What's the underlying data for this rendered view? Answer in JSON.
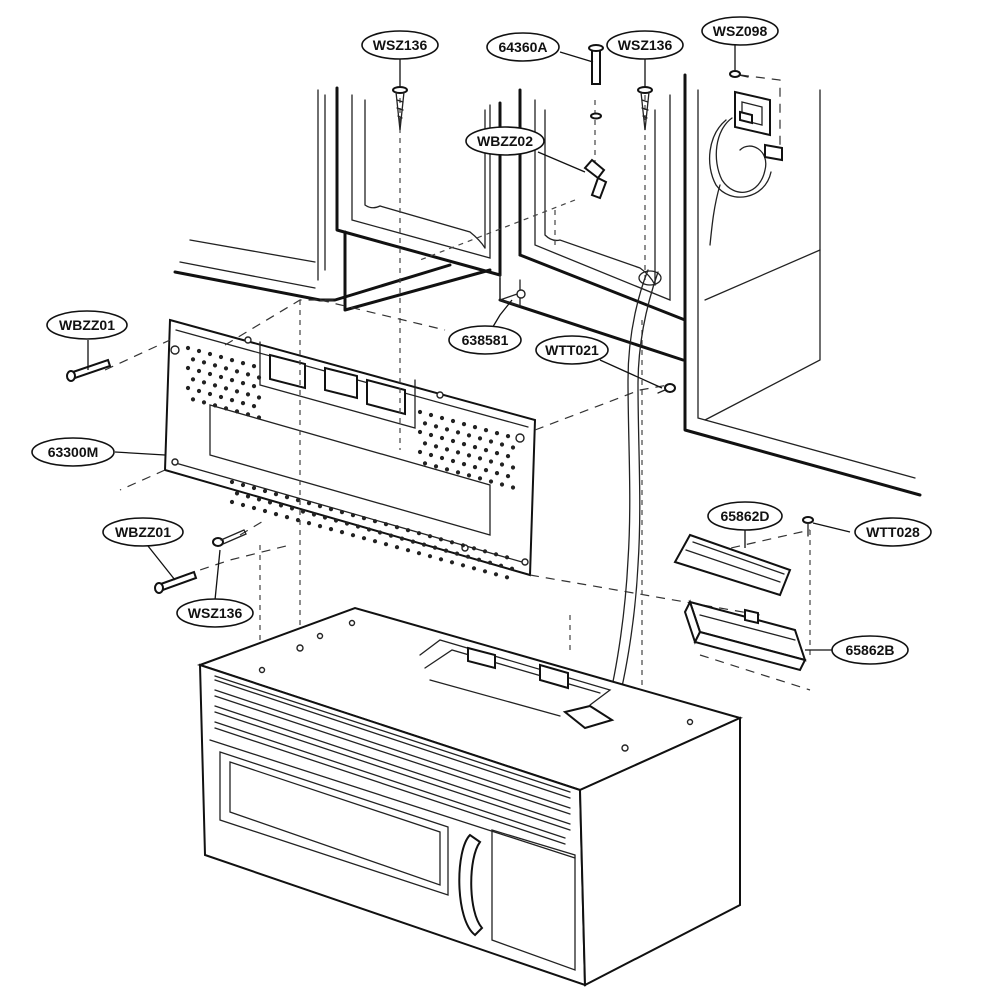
{
  "callouts": {
    "wsz136_top_left": "WSZ136",
    "p64360a": "64360A",
    "wsz136_top_right": "WSZ136",
    "wsz098": "WSZ098",
    "wbzz02": "WBZZ02",
    "wbzz01_upper": "WBZZ01",
    "p638581": "638581",
    "wtt021": "WTT021",
    "p63300m": "63300M",
    "p65862d": "65862D",
    "wtt028": "WTT028",
    "wbzz01_lower": "WBZZ01",
    "wsz136_lower": "WSZ136",
    "p65862b": "65862B"
  }
}
